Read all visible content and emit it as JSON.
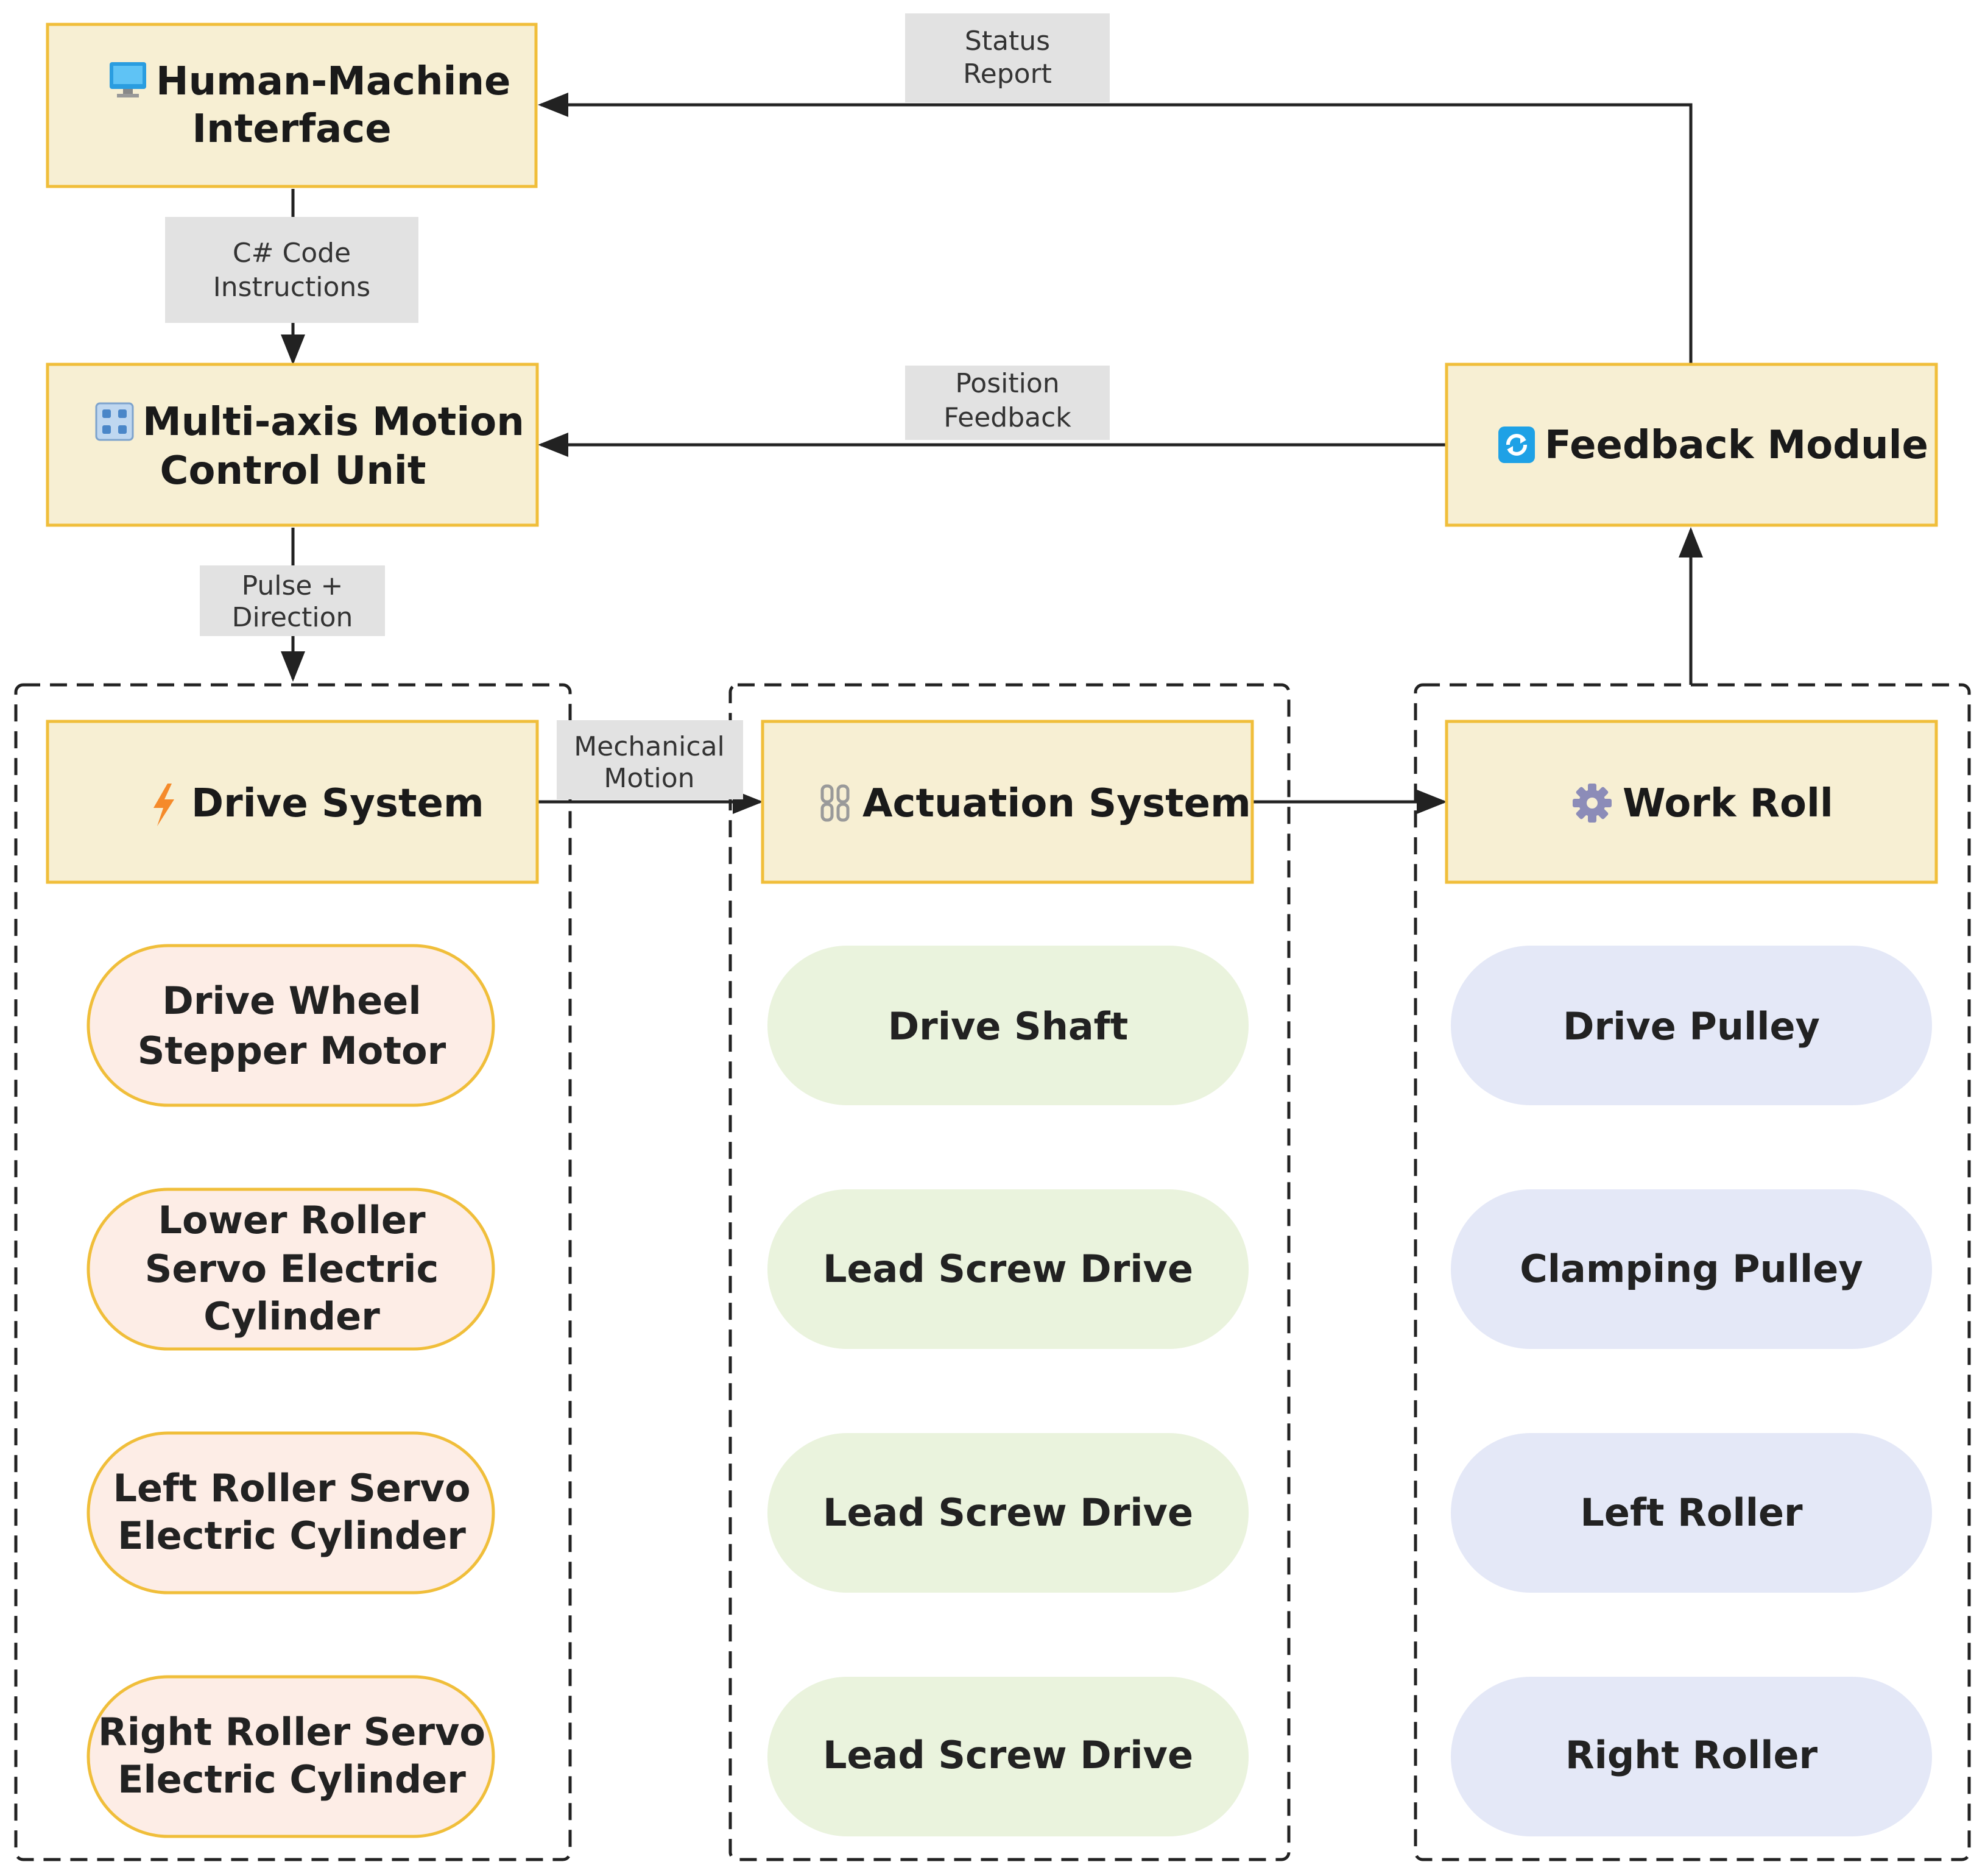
{
  "nodes": {
    "hmi": {
      "icon": "monitor-icon",
      "line1": "Human-Machine",
      "line2": "Interface"
    },
    "motion": {
      "icon": "grid-icon",
      "line1": "Multi-axis Motion",
      "line2": "Control Unit"
    },
    "feedback": {
      "icon": "sync-icon",
      "label": "Feedback Module"
    },
    "drive": {
      "icon": "lightning-icon",
      "label": "Drive System"
    },
    "actuation": {
      "icon": "chain-link-icon",
      "label": "Actuation System"
    },
    "workroll": {
      "icon": "gear-icon",
      "label": "Work Roll"
    }
  },
  "edges": {
    "status": {
      "line1": "Status",
      "line2": "Report"
    },
    "code": {
      "line1": "C# Code",
      "line2": "Instructions"
    },
    "position": {
      "line1": "Position",
      "line2": "Feedback"
    },
    "pulse": {
      "line1": "Pulse +",
      "line2": "Direction"
    },
    "mechanical": {
      "line1": "Mechanical",
      "line2": "Motion"
    }
  },
  "groups": {
    "drive": [
      {
        "line1": "Drive Wheel",
        "line2": "Stepper Motor"
      },
      {
        "line1": "Lower Roller",
        "line2": "Servo Electric",
        "line3": "Cylinder"
      },
      {
        "line1": "Left Roller Servo",
        "line2": "Electric Cylinder"
      },
      {
        "line1": "Right Roller Servo",
        "line2": "Electric Cylinder"
      }
    ],
    "actuation": [
      {
        "label": "Drive Shaft"
      },
      {
        "label": "Lead Screw Drive"
      },
      {
        "label": "Lead Screw Drive"
      },
      {
        "label": "Lead Screw Drive"
      }
    ],
    "workroll": [
      {
        "label": "Drive Pulley"
      },
      {
        "label": "Clamping Pulley"
      },
      {
        "label": "Left Roller"
      },
      {
        "label": "Right Roller"
      }
    ]
  },
  "colors": {
    "node_fill": "#F7EFD3",
    "node_stroke": "#F0BE3A",
    "pill_drive_fill": "#FDEDE6",
    "pill_drive_stroke": "#F0BE3A",
    "pill_actuation_fill": "#EAF3DD",
    "pill_workroll_fill": "#E4E8F7",
    "label_fill": "#E2E2E2",
    "line": "#222222"
  }
}
